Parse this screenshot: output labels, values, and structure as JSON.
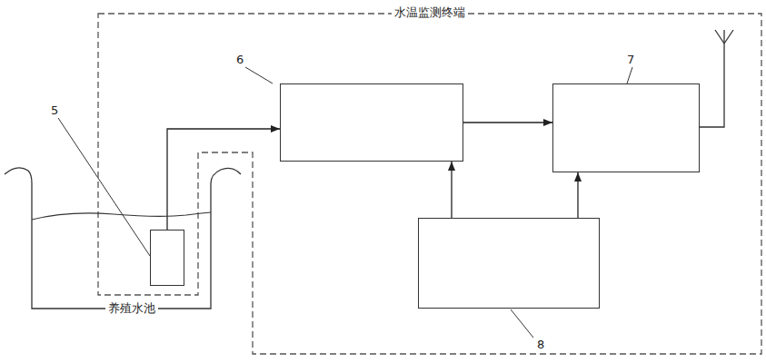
{
  "diagram": {
    "nodes": [
      {
        "text": [
          "水温监测终端"
        ]
      },
      {
        "text": [
          "养殖水池"
        ]
      },
      {
        "text": [],
        "in": 0
      },
      {
        "text": [],
        "in": 0
      },
      {
        "text": [],
        "in": 0
      },
      {
        "text": [],
        "in": 0
      }
    ],
    "edges": [
      {
        "from": 2,
        "to": 3,
        "arrow": "to"
      },
      {
        "from": 3,
        "to": 4,
        "arrow": "to"
      },
      {
        "from": 5,
        "to": 3,
        "arrow": "to"
      },
      {
        "from": 5,
        "to": 4,
        "arrow": "to"
      }
    ],
    "labels": [
      "5",
      "6",
      "7",
      "8"
    ]
  }
}
